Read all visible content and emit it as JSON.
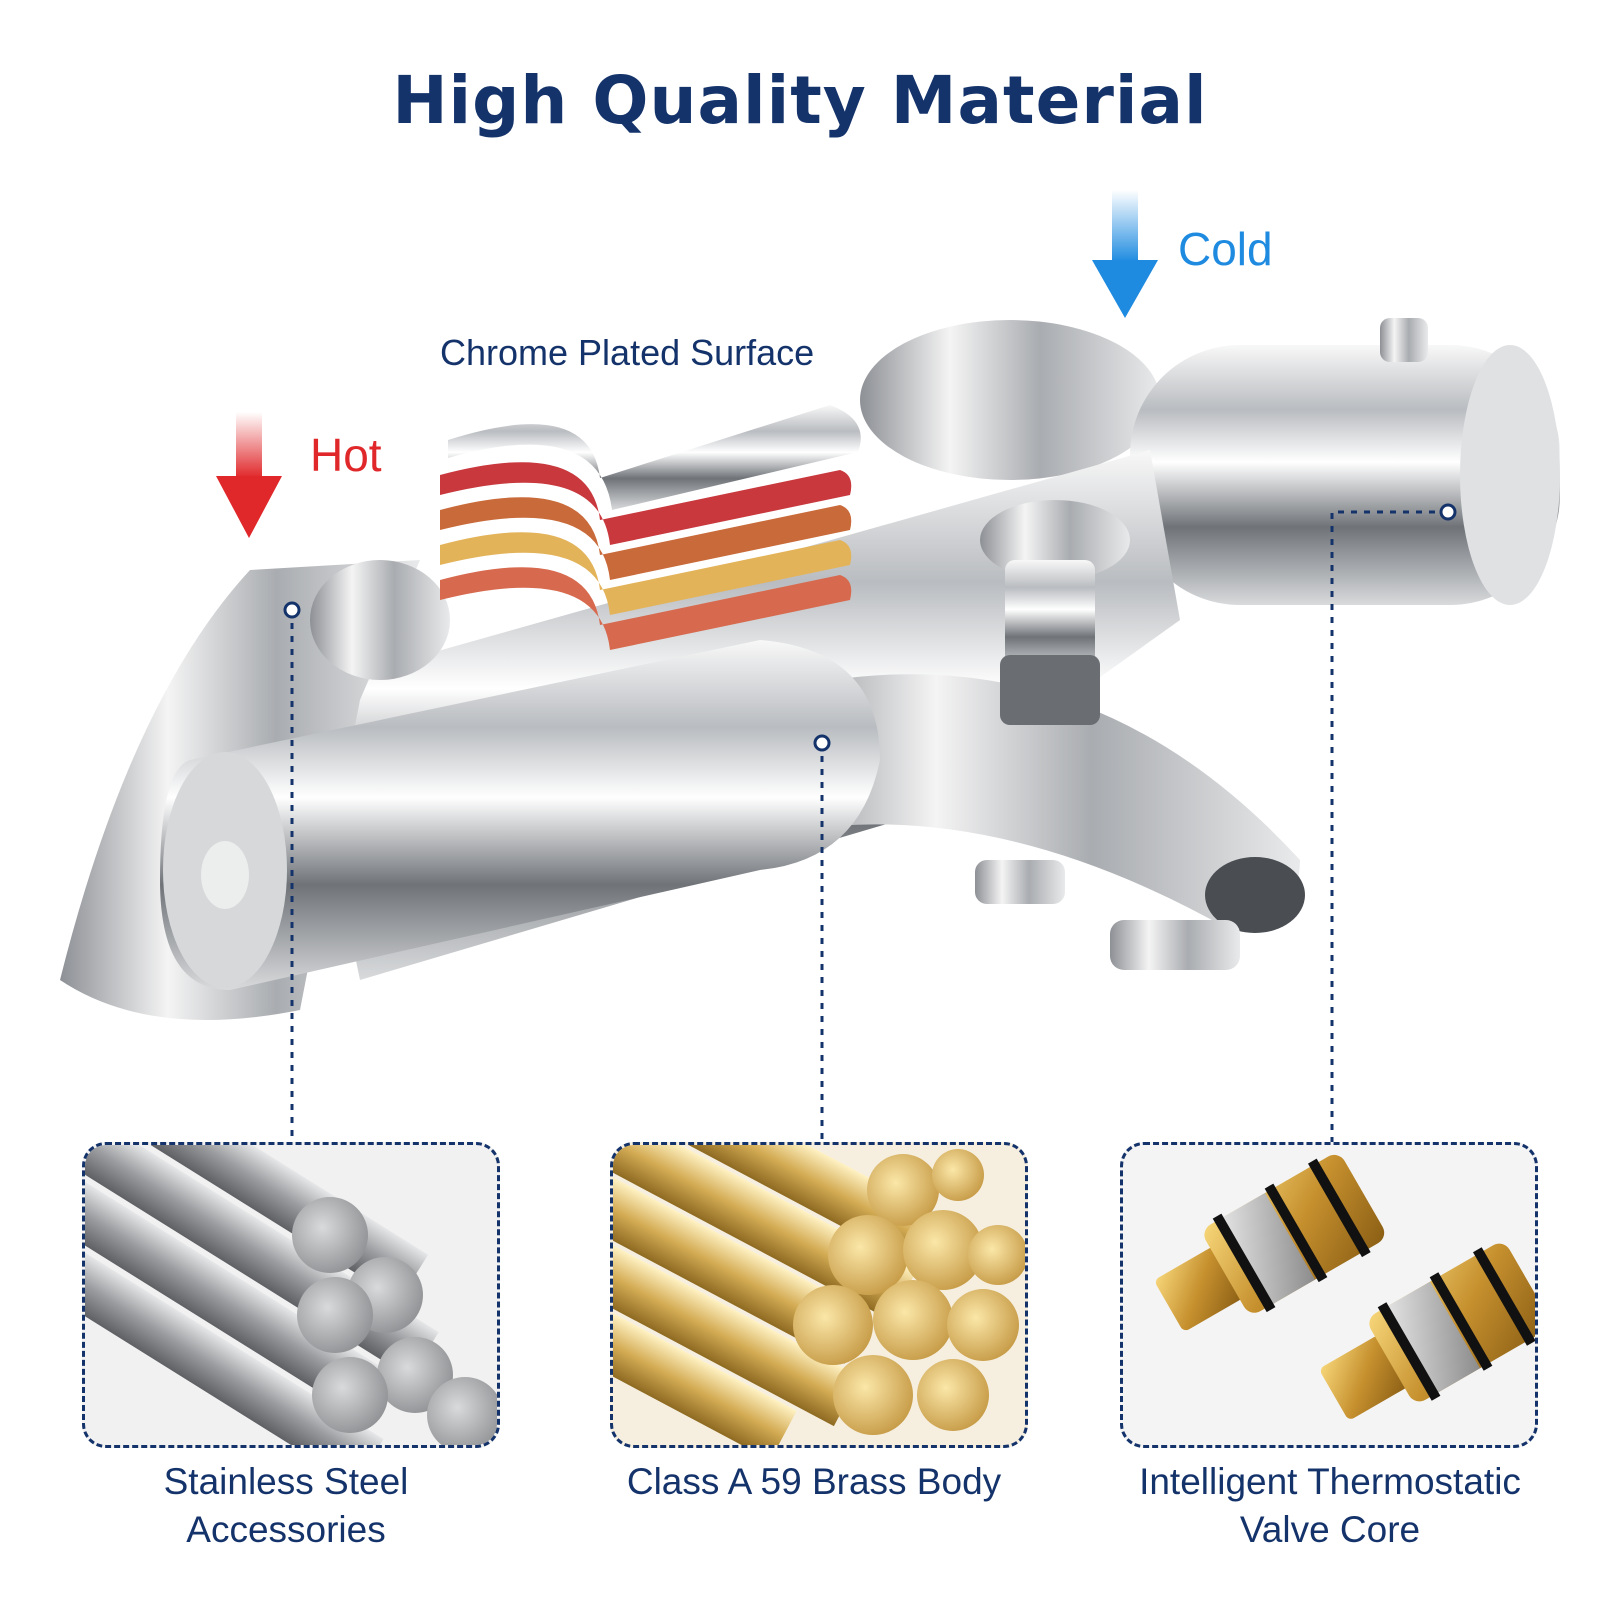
{
  "title": "High Quality Material",
  "labels": {
    "cold": "Cold",
    "hot": "Hot",
    "chrome": "Chrome Plated Surface"
  },
  "materials": [
    {
      "line1": "Stainless Steel",
      "line2": "Accessories"
    },
    {
      "line1": "Class A 59 Brass Body",
      "line2": ""
    },
    {
      "line1": "Intelligent Thermostatic",
      "line2": "Valve Core"
    }
  ],
  "colors": {
    "title": "#15336b",
    "cold": "#1e8be0",
    "hot": "#e0272a",
    "brand": "#15336b"
  }
}
